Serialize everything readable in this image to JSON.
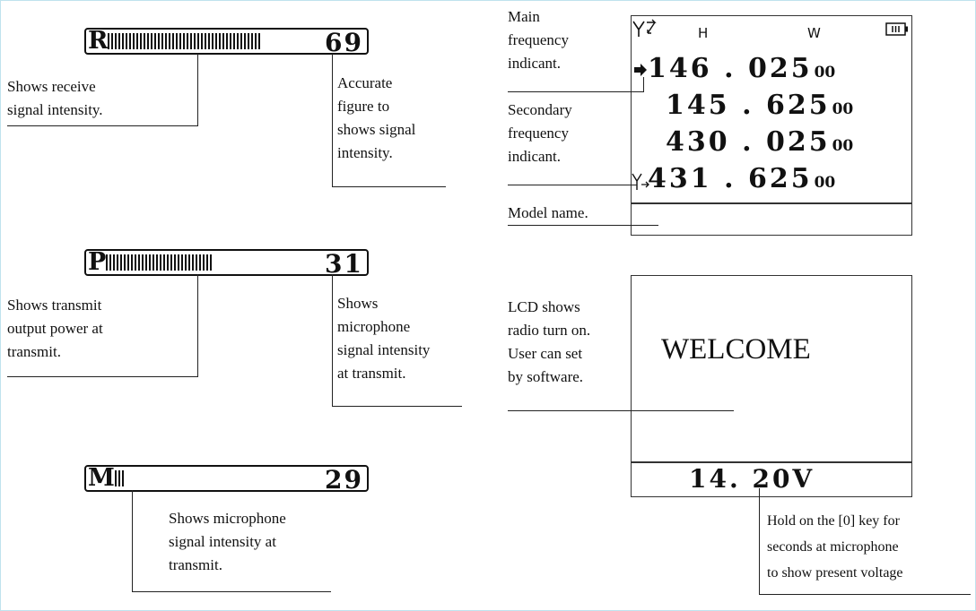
{
  "meters": {
    "receive": {
      "letter": "R",
      "value": "69"
    },
    "power": {
      "letter": "P",
      "value": "31"
    },
    "mic": {
      "letter": "M",
      "value": "29"
    }
  },
  "notes": {
    "receive_left": [
      "Shows receive",
      "signal intensity."
    ],
    "receive_right": [
      "Accurate",
      "figure to",
      "shows signal",
      "intensity."
    ],
    "power_left": [
      "Shows transmit",
      "output power at",
      "transmit."
    ],
    "power_right": [
      "Shows",
      "microphone",
      "signal intensity",
      "at transmit."
    ],
    "mic_below": [
      "Shows microphone",
      "signal intensity at",
      "transmit."
    ],
    "main_freq": [
      "Main",
      "frequency",
      "indicant."
    ],
    "secondary_freq": [
      "Secondary",
      "frequency",
      "indicant."
    ],
    "model_name": "Model name.",
    "lcd_on": [
      "LCD shows",
      "radio turn on.",
      "User can set",
      "by software."
    ],
    "voltage": [
      "Hold on the [0] key for",
      "seconds at microphone",
      "to show present voltage"
    ]
  },
  "lcd_main": {
    "power_h": "H",
    "width_w": "W",
    "frequencies": [
      {
        "main": "146 . 025",
        "sub": "00"
      },
      {
        "main": "145 . 625",
        "sub": "00"
      },
      {
        "main": "430 . 025",
        "sub": "00"
      },
      {
        "main": "431 . 625",
        "sub": "00"
      }
    ]
  },
  "lcd_welcome": {
    "message": "WELCOME",
    "voltage": "14. 20V"
  },
  "icons": {
    "signal": "antenna-swap-icon",
    "battery": "battery-icon",
    "pointer": "right-arrow-icon",
    "tx": "antenna-transmit-icon"
  }
}
